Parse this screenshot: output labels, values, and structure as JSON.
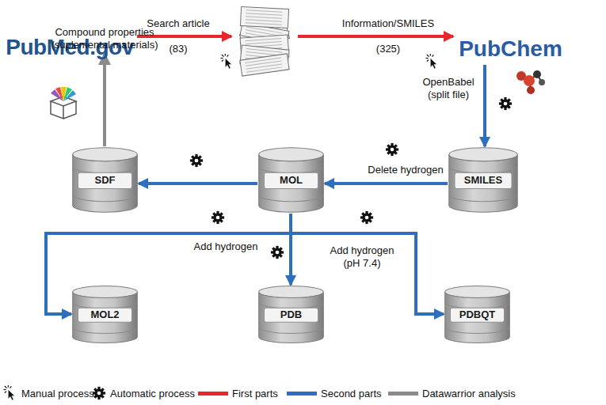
{
  "diagram": {
    "nodes": [
      {
        "text": [
          "PubMed.gov"
        ]
      },
      {
        "text": []
      },
      {
        "text": [
          "PubChem"
        ]
      },
      {
        "text": [
          "SMILES"
        ]
      },
      {
        "text": [
          "MOL"
        ]
      },
      {
        "text": [
          "SDF"
        ]
      },
      {
        "text": [
          "MOL2"
        ]
      },
      {
        "text": [
          "PDB"
        ]
      },
      {
        "text": [
          "PDBQT"
        ]
      },
      {
        "text": [
          "Compound properties (suplemental materials)"
        ]
      }
    ],
    "edges": [
      {
        "from": 0,
        "to": 1,
        "label": "Search article",
        "arrow": "to"
      },
      {
        "from": 1,
        "to": 2,
        "label": "Information/SMILES",
        "arrow": "to"
      },
      {
        "from": 2,
        "to": 3,
        "label": "OpenBabel (split file)",
        "arrow": "to"
      },
      {
        "from": 3,
        "to": 4,
        "label": "Delete hydrogen",
        "arrow": "to"
      },
      {
        "from": 4,
        "to": 5,
        "arrow": "to"
      },
      {
        "from": 4,
        "to": 6,
        "label": "Add hydrogen",
        "arrow": "to"
      },
      {
        "from": 4,
        "to": 7,
        "arrow": "to"
      },
      {
        "from": 4,
        "to": 8,
        "label": "Add hydrogen (pH 7.4)",
        "arrow": "to"
      },
      {
        "from": 5,
        "to": 9,
        "arrow": "to"
      }
    ],
    "labels": [
      "(83)",
      "(325)"
    ],
    "legend": [
      {
        "text": "Manual process"
      },
      {
        "text": "Automatic process"
      },
      {
        "text": "First parts",
        "color": "#e8262b"
      },
      {
        "text": "Second parts",
        "color": "#2e6fbd"
      },
      {
        "text": "Datawarrior analysis",
        "color": "#8a8a8a"
      }
    ]
  }
}
